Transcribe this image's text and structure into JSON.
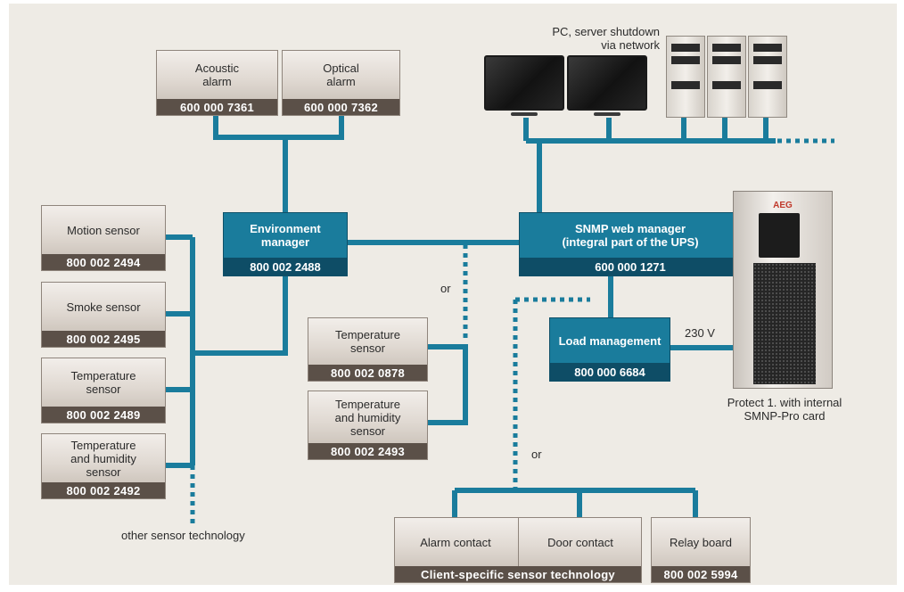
{
  "devices": {
    "acoustic_alarm": {
      "label": "Acoustic\nalarm",
      "number": "600 000 7361"
    },
    "optical_alarm": {
      "label": "Optical\nalarm",
      "number": "600 000 7362"
    },
    "motion_sensor": {
      "label": "Motion sensor",
      "number": "800 002 2494"
    },
    "smoke_sensor": {
      "label": "Smoke sensor",
      "number": "800 002 2495"
    },
    "temperature_sensor_left": {
      "label": "Temperature\nsensor",
      "number": "800 002 2489"
    },
    "temp_humidity_sensor_left": {
      "label": "Temperature\nand humidity\nsensor",
      "number": "800 002 2492"
    },
    "temperature_sensor_mid": {
      "label": "Temperature\nsensor",
      "number": "800 002 0878"
    },
    "temp_humidity_sensor_mid": {
      "label": "Temperature\nand humidity\nsensor",
      "number": "800 002 2493"
    },
    "alarm_contact": {
      "label": "Alarm contact"
    },
    "door_contact": {
      "label": "Door contact"
    },
    "client_specific": {
      "number": "Client-specific sensor technology"
    },
    "relay_board": {
      "label": "Relay board",
      "number": "800 002 5994"
    }
  },
  "managers": {
    "environment_manager": {
      "label": "Environment\nmanager",
      "number": "800 002 2488"
    },
    "snmp_web_manager": {
      "label": "SNMP web manager\n(integral part of the UPS)",
      "number": "600 000 1271"
    },
    "load_management": {
      "label": "Load management",
      "number": "800 000 6684"
    }
  },
  "annotations": {
    "pc_shutdown": "PC, server shutdown\nvia network",
    "or_upper": "or",
    "or_lower": "or",
    "voltage": "230 V",
    "ups_caption": "Protect 1. with internal\nSMNP-Pro card",
    "other_sensors": "other sensor technology",
    "ups_logo": "AEG"
  },
  "colors": {
    "line": "#1a7c9c",
    "manager": "#1a7c9c",
    "manager_dark": "#0e4d66",
    "device_number": "#5b5048",
    "background": "#eeebe5"
  }
}
